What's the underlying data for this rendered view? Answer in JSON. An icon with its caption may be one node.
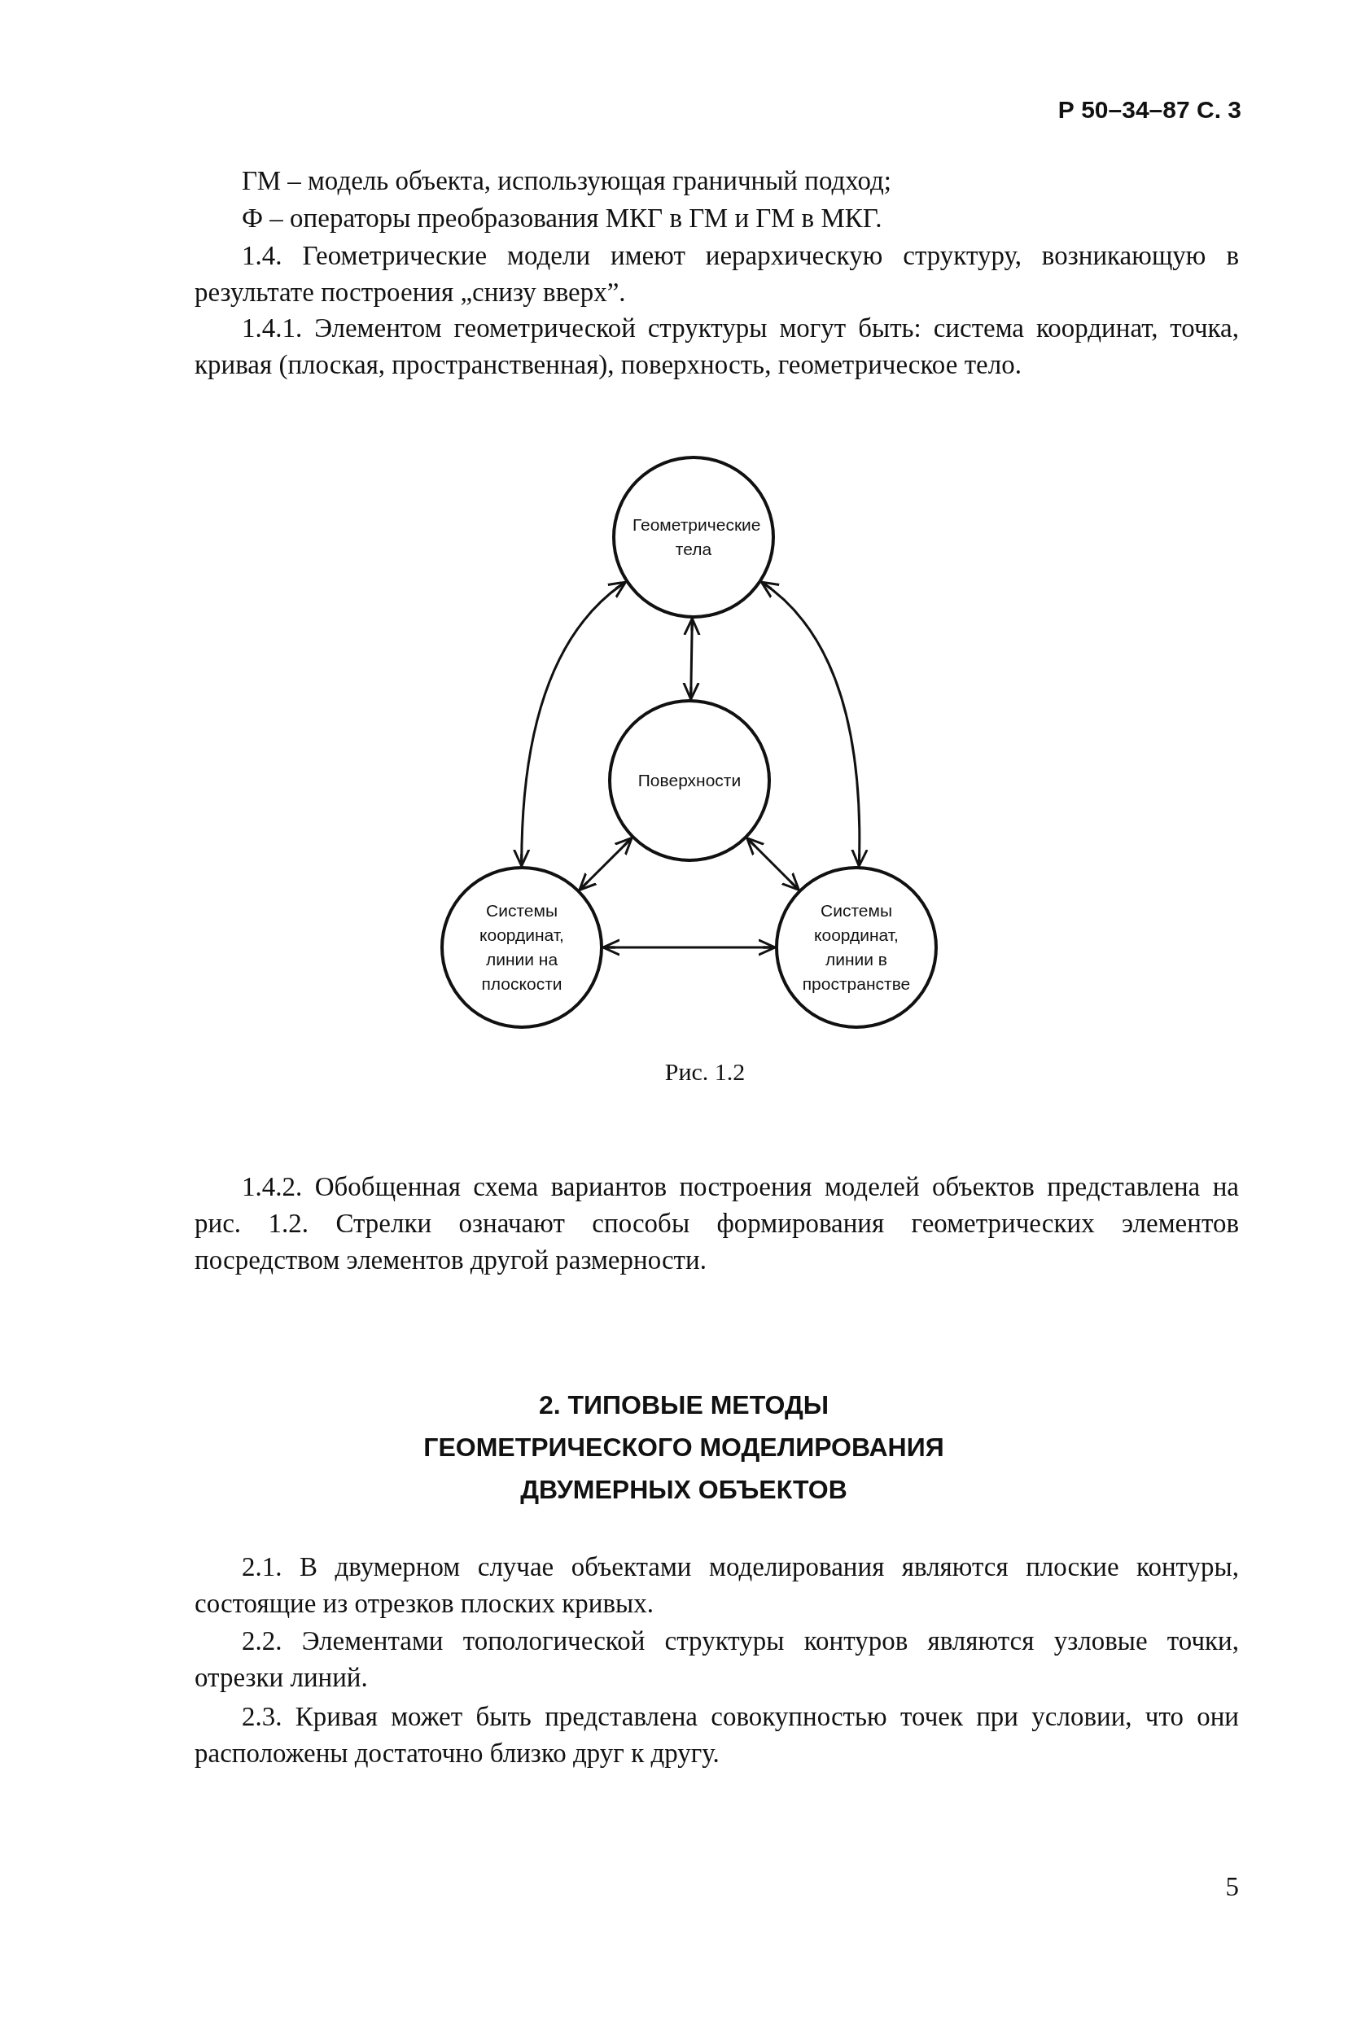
{
  "diagram": {
    "caption": "Рис. 1.2",
    "nodes": [
      {
        "text": [
          "Геометрические тела"
        ]
      },
      {
        "text": [
          "Поверхности"
        ]
      },
      {
        "text": [
          "Системы координат, линии на плоскости"
        ]
      },
      {
        "text": [
          "Системы координат, линии в пространстве"
        ]
      }
    ],
    "edges": [
      {
        "from": 0,
        "to": 1,
        "arrow": "both"
      },
      {
        "from": 0,
        "to": 2,
        "arrow": "both"
      },
      {
        "from": 0,
        "to": 3,
        "arrow": "both"
      },
      {
        "from": 1,
        "to": 2,
        "arrow": "both"
      },
      {
        "from": 1,
        "to": 3,
        "arrow": "both"
      },
      {
        "from": 2,
        "to": 3,
        "arrow": "both"
      }
    ],
    "labels": [
      "Р 50–34–87 С. 3",
      "ГМ – модель объекта, использующая граничный подход;",
      "Ф – операторы преобразования МКГ в ГМ и ГМ в МКГ.",
      "1.4. Геометрические модели имеют иерархическую структуру, возникающую в результате построения „снизу вверх”.",
      "1.4.1. Элементом геометрической структуры могут быть: система координат, точка, кривая (плоская, пространственная), поверхность, геометрическое тело.",
      "1.4.2. Обобщенная схема вариантов построения моделей объектов представлена на рис. 1.2. Стрелки означают способы формирования геометрических элементов посредством элементов другой размерности.",
      "2. ТИПОВЫЕ МЕТОДЫ ГЕОМЕТРИЧЕСКОГО МОДЕЛИРОВАНИЯ ДВУМЕРНЫХ ОБЪЕКТОВ",
      "2.1. В двумерном случае объектами моделирования являются плоские контуры, состоящие из отрезков плоских кривых.",
      "2.2. Элементами топологической структуры контуров являются узловые точки, отрезки линий.",
      "2.3. Кривая может быть представлена совокупностью точек при условии, что они расположены достаточно близко друг к другу.",
      "5"
    ]
  }
}
